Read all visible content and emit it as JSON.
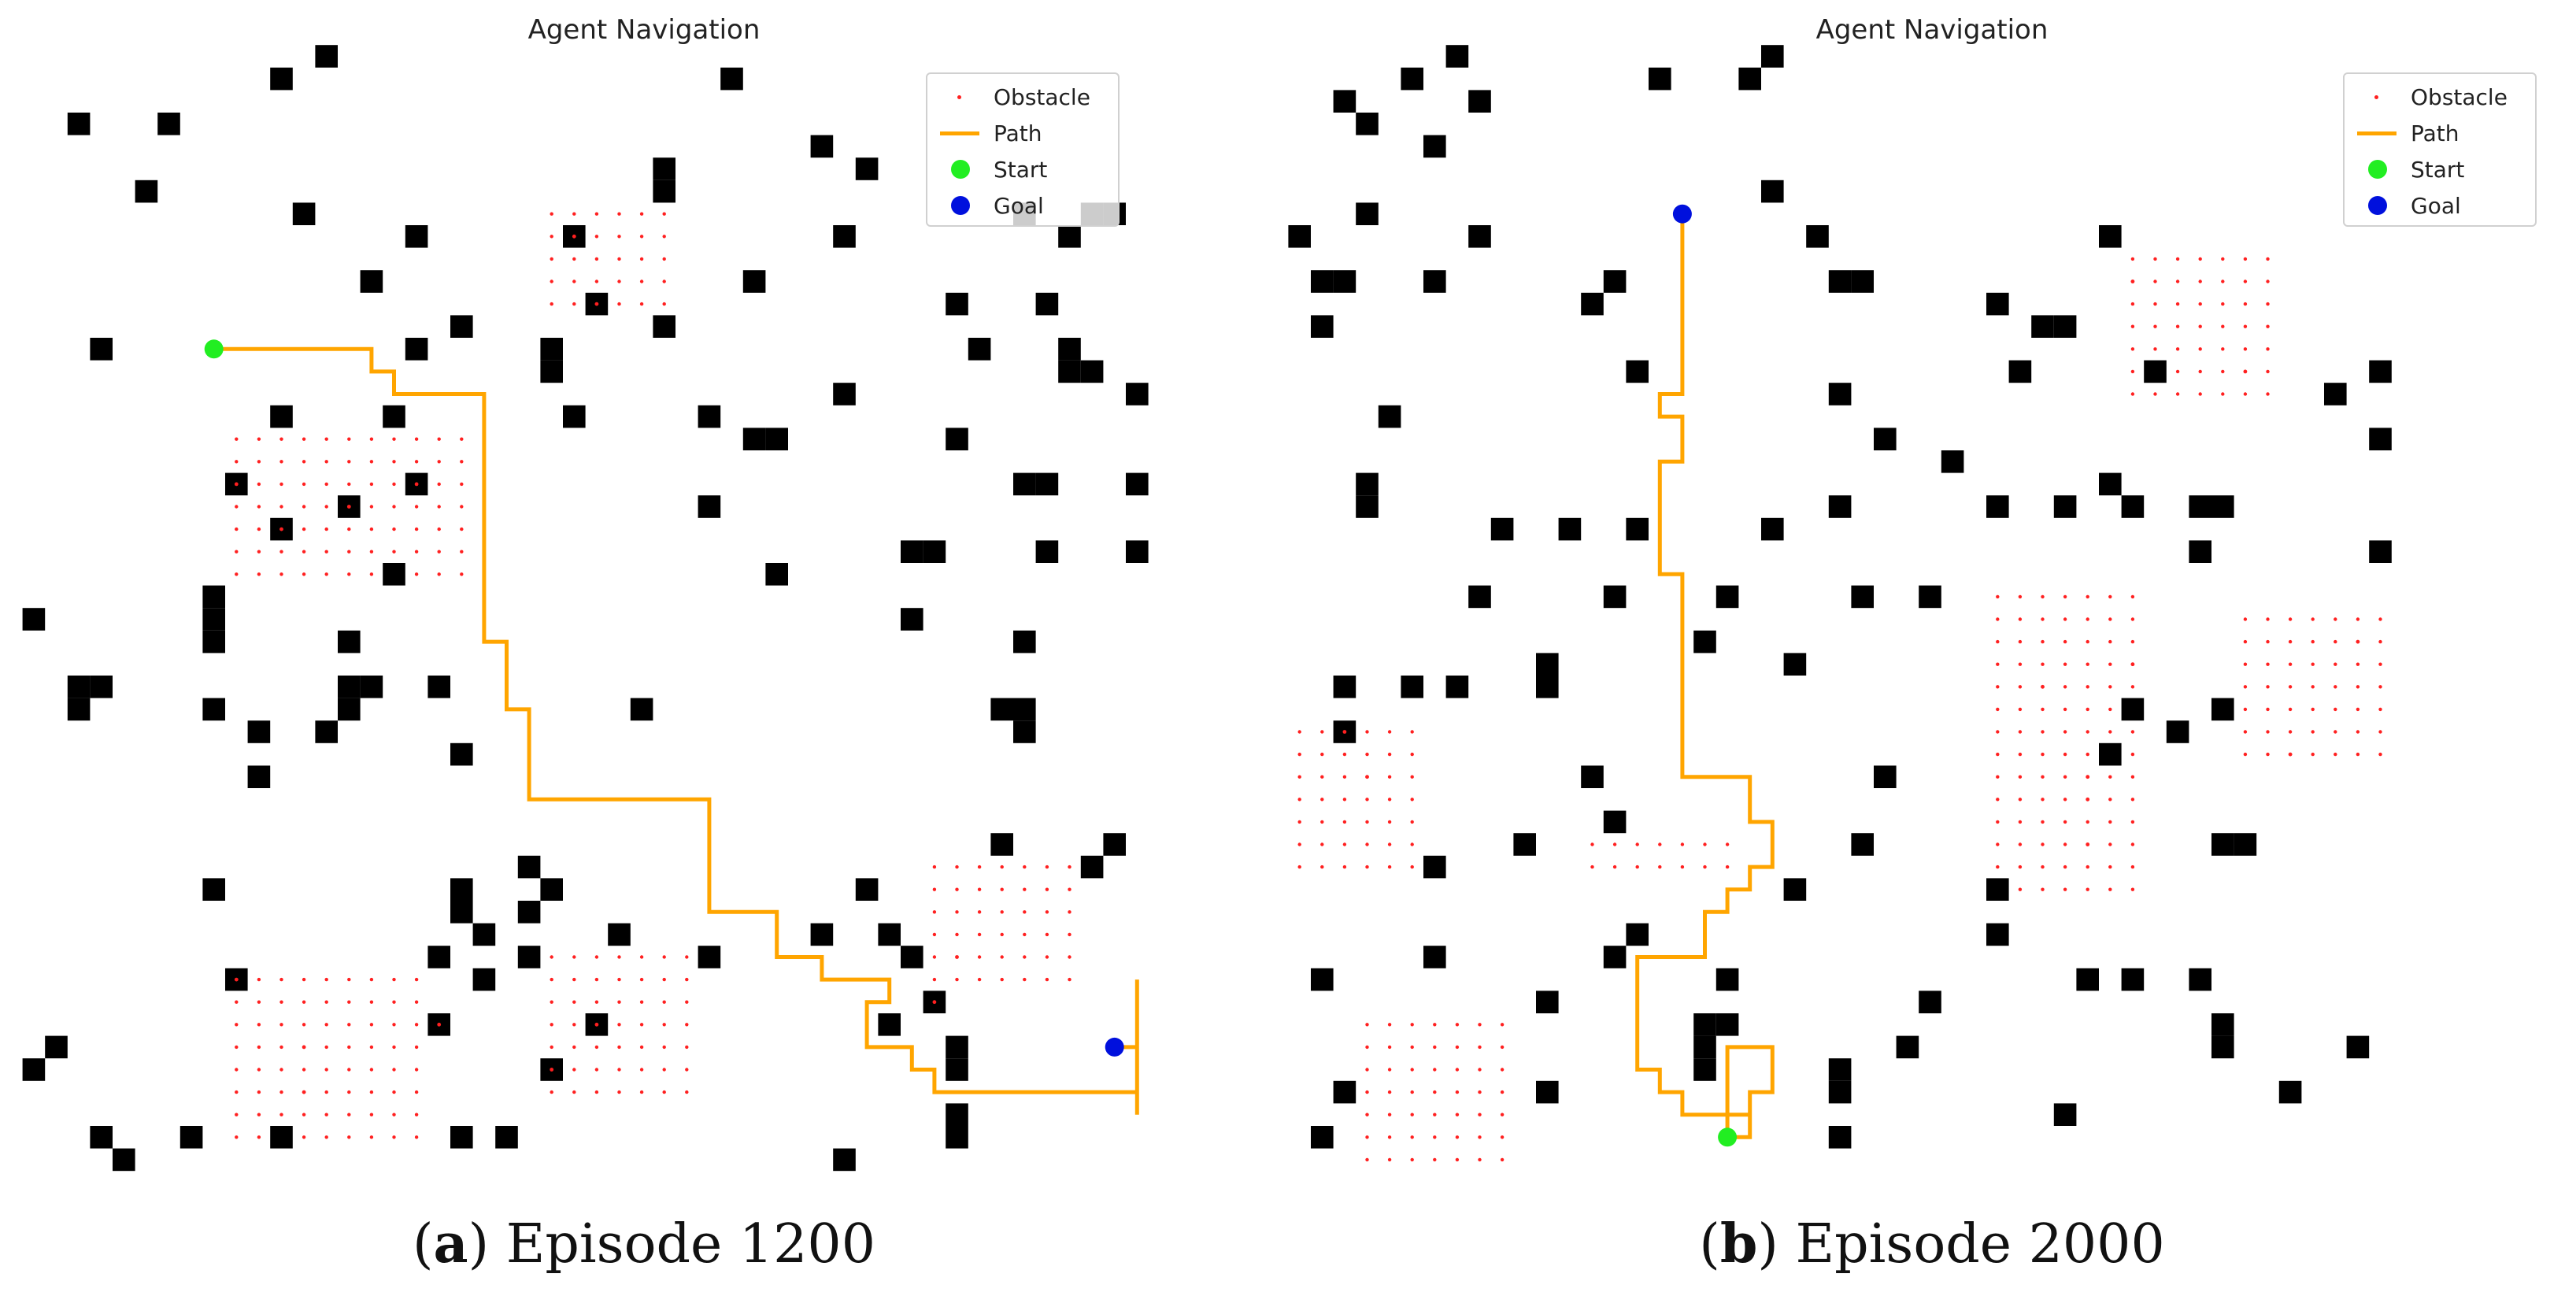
{
  "figure": {
    "panels": [
      {
        "plot_title": "Agent Navigation",
        "caption_label": "a",
        "caption_text": "Episode 1200"
      },
      {
        "plot_title": "Agent Navigation",
        "caption_label": "b",
        "caption_text": "Episode 2000"
      }
    ]
  },
  "legend": {
    "obstacle": "Obstacle",
    "path": "Path",
    "start": "Start",
    "goal": "Goal"
  },
  "colors": {
    "obstacle_cell": "#000000",
    "obstacle_marker": "#ff2020",
    "path": "#ffa500",
    "start": "#22ee22",
    "goal": "#0010dd"
  },
  "chart_data": [
    {
      "type": "scatter",
      "title": "Agent Navigation",
      "grid": false,
      "legend_position": "top-right",
      "start": [
        9,
        15
      ],
      "goal": [
        49,
        46
      ],
      "path": [
        [
          9,
          15
        ],
        [
          16,
          15
        ],
        [
          16,
          16
        ],
        [
          17,
          16
        ],
        [
          17,
          17
        ],
        [
          21,
          17
        ],
        [
          21,
          28
        ],
        [
          22,
          28
        ],
        [
          22,
          31
        ],
        [
          23,
          31
        ],
        [
          23,
          35
        ],
        [
          31,
          35
        ],
        [
          31,
          40
        ],
        [
          34,
          40
        ],
        [
          34,
          42
        ],
        [
          36,
          42
        ],
        [
          36,
          43
        ],
        [
          39,
          43
        ],
        [
          39,
          44
        ],
        [
          38,
          44
        ],
        [
          38,
          46
        ],
        [
          40,
          46
        ],
        [
          40,
          47
        ],
        [
          41,
          47
        ],
        [
          41,
          48
        ],
        [
          50,
          48
        ],
        [
          50,
          43
        ],
        [
          50,
          49
        ],
        [
          50,
          46
        ],
        [
          49,
          46
        ]
      ],
      "obstacles": [
        [
          14,
          2
        ],
        [
          12,
          3
        ],
        [
          32,
          3
        ],
        [
          3,
          5
        ],
        [
          7,
          5
        ],
        [
          36,
          6
        ],
        [
          29,
          7
        ],
        [
          38,
          7
        ],
        [
          29,
          8
        ],
        [
          6,
          8
        ],
        [
          48,
          9
        ],
        [
          13,
          9
        ],
        [
          45,
          9
        ],
        [
          49,
          9
        ],
        [
          25,
          10
        ],
        [
          18,
          10
        ],
        [
          47,
          10
        ],
        [
          37,
          10
        ],
        [
          16,
          12
        ],
        [
          33,
          12
        ],
        [
          42,
          13
        ],
        [
          46,
          13
        ],
        [
          26,
          13
        ],
        [
          20,
          14
        ],
        [
          29,
          14
        ],
        [
          4,
          15
        ],
        [
          18,
          15
        ],
        [
          24,
          15
        ],
        [
          43,
          15
        ],
        [
          47,
          15
        ],
        [
          24,
          16
        ],
        [
          47,
          16
        ],
        [
          48,
          16
        ],
        [
          37,
          17
        ],
        [
          50,
          17
        ],
        [
          12,
          18
        ],
        [
          17,
          18
        ],
        [
          25,
          18
        ],
        [
          31,
          18
        ],
        [
          33,
          19
        ],
        [
          34,
          19
        ],
        [
          42,
          19
        ],
        [
          10,
          21
        ],
        [
          18,
          21
        ],
        [
          45,
          21
        ],
        [
          46,
          21
        ],
        [
          50,
          21
        ],
        [
          15,
          22
        ],
        [
          31,
          22
        ],
        [
          12,
          23
        ],
        [
          40,
          24
        ],
        [
          41,
          24
        ],
        [
          46,
          24
        ],
        [
          50,
          24
        ],
        [
          17,
          25
        ],
        [
          34,
          25
        ],
        [
          9,
          26
        ],
        [
          1,
          27
        ],
        [
          9,
          27
        ],
        [
          40,
          27
        ],
        [
          9,
          28
        ],
        [
          15,
          28
        ],
        [
          45,
          28
        ],
        [
          3,
          30
        ],
        [
          4,
          30
        ],
        [
          15,
          30
        ],
        [
          16,
          30
        ],
        [
          19,
          30
        ],
        [
          3,
          31
        ],
        [
          9,
          31
        ],
        [
          15,
          31
        ],
        [
          28,
          31
        ],
        [
          44,
          31
        ],
        [
          45,
          31
        ],
        [
          11,
          32
        ],
        [
          14,
          32
        ],
        [
          45,
          32
        ],
        [
          20,
          33
        ],
        [
          11,
          34
        ],
        [
          44,
          37
        ],
        [
          49,
          37
        ],
        [
          48,
          38
        ],
        [
          23,
          38
        ],
        [
          9,
          39
        ],
        [
          20,
          39
        ],
        [
          38,
          39
        ],
        [
          24,
          39
        ],
        [
          20,
          40
        ],
        [
          23,
          40
        ],
        [
          21,
          41
        ],
        [
          27,
          41
        ],
        [
          36,
          41
        ],
        [
          39,
          41
        ],
        [
          40,
          42
        ],
        [
          19,
          42
        ],
        [
          23,
          42
        ],
        [
          31,
          42
        ],
        [
          10,
          43
        ],
        [
          21,
          43
        ],
        [
          41,
          44
        ],
        [
          19,
          45
        ],
        [
          26,
          45
        ],
        [
          39,
          45
        ],
        [
          2,
          46
        ],
        [
          42,
          46
        ],
        [
          1,
          47
        ],
        [
          24,
          47
        ],
        [
          42,
          47
        ],
        [
          4,
          50
        ],
        [
          8,
          50
        ],
        [
          12,
          50
        ],
        [
          20,
          50
        ],
        [
          22,
          50
        ],
        [
          42,
          49
        ],
        [
          42,
          50
        ],
        [
          5,
          51
        ],
        [
          37,
          51
        ]
      ],
      "marked_obstacles": [
        [
          25,
          10
        ],
        [
          26,
          13
        ],
        [
          10,
          21
        ],
        [
          18,
          21
        ],
        [
          15,
          22
        ],
        [
          12,
          23
        ],
        [
          42,
          42
        ],
        [
          41,
          44
        ],
        [
          10,
          43
        ],
        [
          19,
          45
        ],
        [
          13,
          46
        ],
        [
          26,
          45
        ],
        [
          24,
          47
        ],
        [
          13,
          48
        ]
      ],
      "marker_regions": [
        [
          24,
          9,
          29,
          13
        ],
        [
          10,
          19,
          20,
          25
        ],
        [
          41,
          38,
          47,
          43
        ],
        [
          10,
          43,
          18,
          50
        ],
        [
          24,
          42,
          30,
          48
        ]
      ]
    },
    {
      "type": "scatter",
      "title": "Agent Navigation",
      "grid": false,
      "legend_position": "top-right",
      "start": [
        83,
        50
      ],
      "goal": [
        81,
        9
      ],
      "path": [
        [
          81,
          9
        ],
        [
          81,
          17
        ],
        [
          80,
          17
        ],
        [
          80,
          18
        ],
        [
          81,
          18
        ],
        [
          81,
          20
        ],
        [
          80,
          20
        ],
        [
          80,
          25
        ],
        [
          81,
          25
        ],
        [
          81,
          34
        ],
        [
          84,
          34
        ],
        [
          84,
          36
        ],
        [
          85,
          36
        ],
        [
          85,
          38
        ],
        [
          84,
          38
        ],
        [
          84,
          39
        ],
        [
          83,
          39
        ],
        [
          83,
          40
        ],
        [
          82,
          40
        ],
        [
          82,
          42
        ],
        [
          79,
          42
        ],
        [
          79,
          47
        ],
        [
          80,
          47
        ],
        [
          80,
          48
        ],
        [
          81,
          48
        ],
        [
          81,
          49
        ],
        [
          83,
          49
        ],
        [
          83,
          50
        ],
        [
          84,
          50
        ],
        [
          84,
          48
        ],
        [
          85,
          48
        ],
        [
          85,
          46
        ],
        [
          83,
          46
        ],
        [
          83,
          49
        ],
        [
          84,
          49
        ]
      ],
      "obstacles": [
        [
          71,
          2
        ],
        [
          85,
          2
        ],
        [
          69,
          3
        ],
        [
          80,
          3
        ],
        [
          84,
          3
        ],
        [
          66,
          4
        ],
        [
          72,
          4
        ],
        [
          67,
          5
        ],
        [
          70,
          6
        ],
        [
          85,
          8
        ],
        [
          67,
          9
        ],
        [
          64,
          10
        ],
        [
          72,
          10
        ],
        [
          87,
          10
        ],
        [
          100,
          10
        ],
        [
          65,
          12
        ],
        [
          66,
          12
        ],
        [
          70,
          12
        ],
        [
          78,
          12
        ],
        [
          77,
          13
        ],
        [
          88,
          12
        ],
        [
          89,
          12
        ],
        [
          95,
          13
        ],
        [
          65,
          14
        ],
        [
          97,
          14
        ],
        [
          98,
          14
        ],
        [
          79,
          16
        ],
        [
          96,
          16
        ],
        [
          102,
          16
        ],
        [
          88,
          17
        ],
        [
          110,
          17
        ],
        [
          112,
          16
        ],
        [
          68,
          18
        ],
        [
          90,
          19
        ],
        [
          112,
          19
        ],
        [
          93,
          20
        ],
        [
          67,
          21
        ],
        [
          100,
          21
        ],
        [
          67,
          22
        ],
        [
          88,
          22
        ],
        [
          95,
          22
        ],
        [
          98,
          22
        ],
        [
          101,
          22
        ],
        [
          104,
          22
        ],
        [
          105,
          22
        ],
        [
          73,
          23
        ],
        [
          76,
          23
        ],
        [
          79,
          23
        ],
        [
          85,
          23
        ],
        [
          104,
          24
        ],
        [
          112,
          24
        ],
        [
          72,
          26
        ],
        [
          78,
          26
        ],
        [
          83,
          26
        ],
        [
          89,
          26
        ],
        [
          92,
          26
        ],
        [
          82,
          28
        ],
        [
          86,
          29
        ],
        [
          75,
          29
        ],
        [
          66,
          30
        ],
        [
          69,
          30
        ],
        [
          71,
          30
        ],
        [
          75,
          30
        ],
        [
          101,
          31
        ],
        [
          105,
          31
        ],
        [
          66,
          32
        ],
        [
          103,
          32
        ],
        [
          100,
          33
        ],
        [
          77,
          34
        ],
        [
          90,
          34
        ],
        [
          78,
          36
        ],
        [
          74,
          37
        ],
        [
          89,
          37
        ],
        [
          105,
          37
        ],
        [
          106,
          37
        ],
        [
          70,
          38
        ],
        [
          86,
          39
        ],
        [
          95,
          39
        ],
        [
          95,
          41
        ],
        [
          79,
          41
        ],
        [
          78,
          42
        ],
        [
          70,
          42
        ],
        [
          83,
          43
        ],
        [
          99,
          43
        ],
        [
          101,
          43
        ],
        [
          104,
          43
        ],
        [
          65,
          43
        ],
        [
          75,
          44
        ],
        [
          92,
          44
        ],
        [
          91,
          46
        ],
        [
          105,
          45
        ],
        [
          105,
          46
        ],
        [
          111,
          46
        ],
        [
          82,
          45
        ],
        [
          83,
          45
        ],
        [
          82,
          46
        ],
        [
          82,
          47
        ],
        [
          88,
          47
        ],
        [
          88,
          48
        ],
        [
          66,
          48
        ],
        [
          75,
          48
        ],
        [
          108,
          48
        ],
        [
          98,
          49
        ],
        [
          88,
          50
        ],
        [
          65,
          50
        ]
      ],
      "marked_obstacles": [
        [
          101,
          12
        ],
        [
          106,
          16
        ],
        [
          111,
          28
        ],
        [
          101,
          29
        ],
        [
          97,
          30
        ],
        [
          66,
          32
        ],
        [
          67,
          34
        ],
        [
          99,
          34
        ],
        [
          99,
          35
        ],
        [
          99,
          37
        ],
        [
          108,
          33
        ]
      ],
      "marker_regions": [
        [
          101,
          11,
          107,
          17
        ],
        [
          95,
          26,
          101,
          39
        ],
        [
          106,
          27,
          112,
          33
        ],
        [
          64,
          32,
          69,
          38
        ],
        [
          77,
          37,
          83,
          38
        ],
        [
          67,
          45,
          73,
          51
        ]
      ]
    }
  ]
}
